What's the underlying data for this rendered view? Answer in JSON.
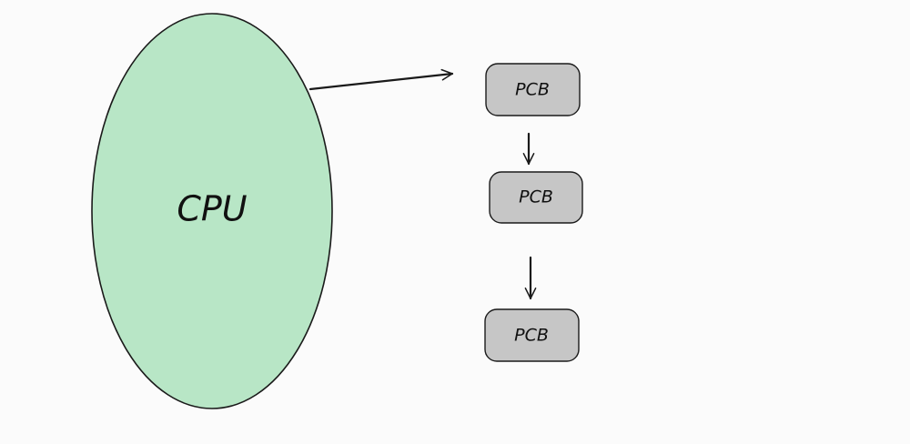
{
  "diagram": {
    "cpu": {
      "label": "CPU",
      "fill": "#b8e6c6"
    },
    "pcbs": [
      {
        "label": "PCB"
      },
      {
        "label": "PCB"
      },
      {
        "label": "PCB"
      }
    ],
    "colors": {
      "pcb_fill": "#c6c6c6",
      "stroke": "#1a1a1a",
      "background": "#fbfbfb"
    }
  }
}
